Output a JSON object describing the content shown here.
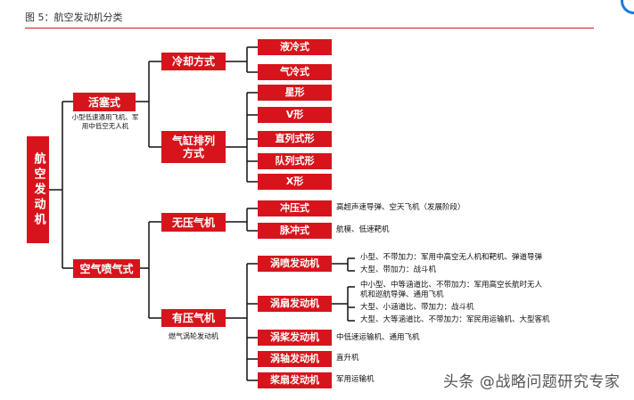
{
  "title": "图 5：航空发动机分类",
  "root": "航空发动机",
  "piston": {
    "label": "活塞式",
    "note": "小型低速通用飞机、军用中低空无人机",
    "cooling": {
      "label": "冷却方式",
      "items": [
        "液冷式",
        "气冷式"
      ]
    },
    "cylinder": {
      "label": "气缸排列方式",
      "items": [
        "星形",
        "V形",
        "直列式形",
        "队列式形",
        "X形"
      ]
    }
  },
  "jet": {
    "label": "空气喷气式",
    "no_comp": {
      "label": "无压气机",
      "items": [
        {
          "name": "冲压式",
          "desc": "高超声速导弹、空天飞机（发展阶段）"
        },
        {
          "name": "脉冲式",
          "desc": "航模、低速靶机"
        }
      ]
    },
    "comp": {
      "label": "有压气机",
      "note": "燃气涡轮发动机",
      "turbojet": {
        "name": "涡喷发动机",
        "desc": [
          "小型、不带加力：军用中高空无人机和靶机、弹道导弹",
          "大型、带加力：战斗机"
        ]
      },
      "turbofan": {
        "name": "涡扇发动机",
        "desc": [
          "中小型、中等涵道比、不带加力：军用高空长航时无人机和巡航导弹、通用飞机",
          "大型、小涵道比、带加力：战斗机",
          "大型、大等涵道比、不带加力：军民用运输机、大型客机"
        ]
      },
      "turboprop": {
        "name": "涡桨发动机",
        "desc": "中低速运输机、通用飞机"
      },
      "turboshaft": {
        "name": "涡轴发动机",
        "desc": "直升机"
      },
      "propfan": {
        "name": "桨扇发动机",
        "desc": "军用运输机"
      }
    }
  },
  "watermark": "头条 @战略问题研究专家",
  "colors": {
    "accent": "#d7141c"
  }
}
